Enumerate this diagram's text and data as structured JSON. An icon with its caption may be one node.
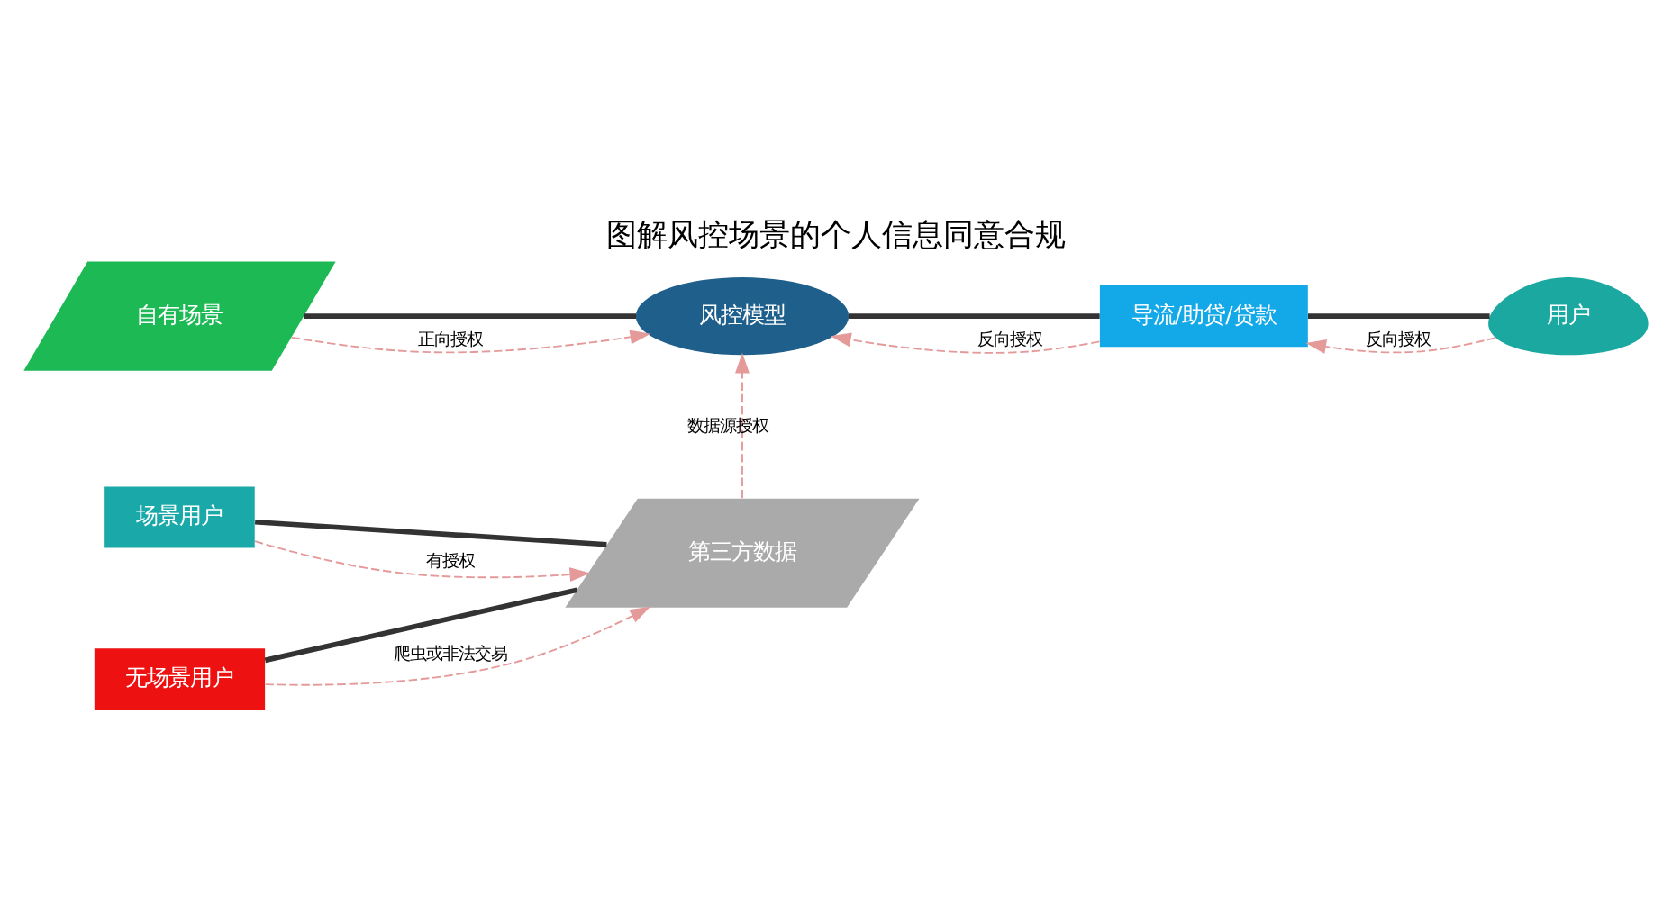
{
  "diagram": {
    "title": "图解风控场景的个人信息同意合规",
    "nodes": [
      {
        "text": [
          "自有场景"
        ]
      },
      {
        "text": [
          "风控模型"
        ]
      },
      {
        "text": [
          "导流/助贷/贷款"
        ]
      },
      {
        "text": [
          "用户"
        ]
      },
      {
        "text": [
          "场景用户"
        ]
      },
      {
        "text": [
          "无场景用户"
        ]
      },
      {
        "text": [
          "第三方数据"
        ]
      }
    ],
    "edges": [
      {
        "from": 0,
        "to": 1,
        "arrow": "none",
        "style": "thick",
        "color": "#333333"
      },
      {
        "from": 1,
        "to": 2,
        "arrow": "none",
        "style": "thick",
        "color": "#333333"
      },
      {
        "from": 2,
        "to": 3,
        "arrow": "none",
        "style": "thick",
        "color": "#333333"
      },
      {
        "from": 4,
        "to": 6,
        "arrow": "none",
        "style": "thick",
        "color": "#333333"
      },
      {
        "from": 5,
        "to": 6,
        "arrow": "none",
        "style": "thick",
        "color": "#333333"
      },
      {
        "from": 0,
        "to": 1,
        "label": "正向授权",
        "arrow": "to",
        "style": "dashed"
      },
      {
        "from": 2,
        "to": 1,
        "label": "反向授权",
        "arrow": "to",
        "style": "dashed"
      },
      {
        "from": 3,
        "to": 2,
        "label": "反向授权",
        "arrow": "to",
        "style": "dashed"
      },
      {
        "from": 4,
        "to": 6,
        "label": "有授权",
        "arrow": "to",
        "style": "dashed"
      },
      {
        "from": 6,
        "to": 1,
        "label": "数据源授权",
        "arrow": "to",
        "style": "dashed"
      },
      {
        "from": 5,
        "to": 6,
        "label": "爬虫或非法交易",
        "arrow": "to",
        "style": "dashed"
      }
    ]
  }
}
